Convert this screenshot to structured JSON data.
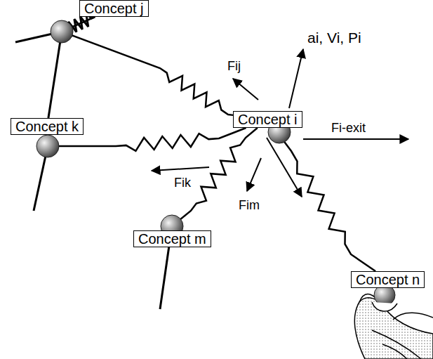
{
  "diagram": {
    "nodes": [
      {
        "text": [
          "Concept j"
        ]
      },
      {
        "text": [
          "Concept k"
        ]
      },
      {
        "text": [
          "Concept i"
        ]
      },
      {
        "text": [
          "Concept m"
        ]
      },
      {
        "text": [
          "Concept n"
        ]
      }
    ],
    "edges": [
      {
        "from": 2,
        "to": 0,
        "arrow": "none"
      },
      {
        "from": 2,
        "to": 1,
        "arrow": "none"
      },
      {
        "from": 2,
        "to": 3,
        "arrow": "none"
      },
      {
        "from": 2,
        "to": 4,
        "arrow": "none"
      },
      {
        "from": 0,
        "to": 1,
        "arrow": "none"
      }
    ],
    "labels": [
      "Fij",
      "ai, Vi, Pi",
      "Fi-exit",
      "Fik",
      "Fim"
    ]
  }
}
